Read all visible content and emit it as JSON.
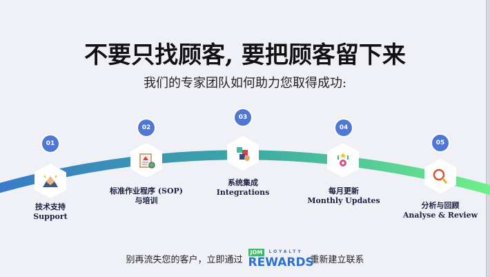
{
  "title": "不要只找顾客, 要把顾客留下来",
  "subtitle": "我们的专家团队如何助力您取得成功:",
  "steps": [
    {
      "number": "01",
      "zh": "技术支持",
      "en": "Support",
      "icon": "handshake-icon"
    },
    {
      "number": "02",
      "zh": "标准作业程序 (SOP)",
      "en": "与培训",
      "icon": "clipboard-checklist-icon"
    },
    {
      "number": "03",
      "zh": "系统集成",
      "en": "Integrations",
      "icon": "puzzle-icon"
    },
    {
      "number": "04",
      "zh": "每月更新",
      "en": "Monthly Updates",
      "icon": "gear-arrows-icon"
    },
    {
      "number": "05",
      "zh": "分析与回顾",
      "en": "Analyse & Review",
      "icon": "magnifier-icon"
    }
  ],
  "footer": {
    "before": "别再流失您的客户，立即通过",
    "after": "重新建立联系",
    "logo": {
      "jom": "JOM",
      "loyalty": "LOYALTY",
      "rewards": "REWARDS"
    }
  },
  "colors": {
    "curve_start": "#3a7bc8",
    "curve_mid": "#3aa7a4",
    "curve_end": "#6ef08a",
    "badge": "#4f78d6"
  }
}
